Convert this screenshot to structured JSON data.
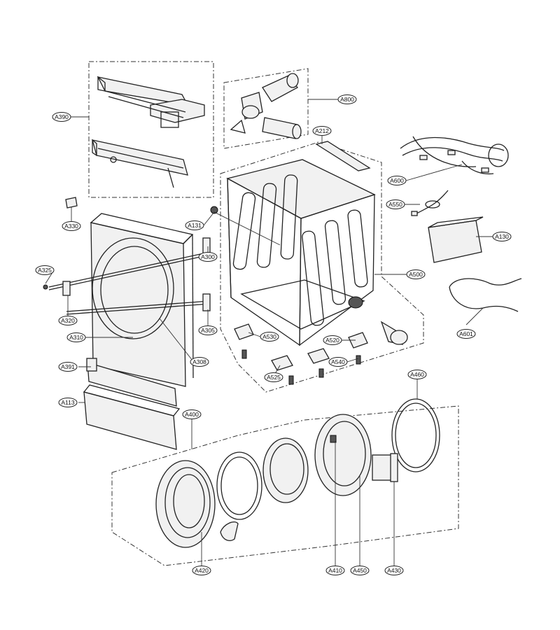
{
  "callouts": [
    {
      "id": "A390",
      "label": "A390"
    },
    {
      "id": "A800",
      "label": "A800"
    },
    {
      "id": "A212",
      "label": "A212"
    },
    {
      "id": "A600",
      "label": "A600"
    },
    {
      "id": "A550",
      "label": "A550"
    },
    {
      "id": "A130",
      "label": "A130"
    },
    {
      "id": "A131",
      "label": "A131"
    },
    {
      "id": "A330",
      "label": "A330"
    },
    {
      "id": "A300",
      "label": "A300"
    },
    {
      "id": "A325",
      "label": "A325"
    },
    {
      "id": "A500",
      "label": "A500"
    },
    {
      "id": "A601",
      "label": "A601"
    },
    {
      "id": "A320",
      "label": "A320"
    },
    {
      "id": "A305",
      "label": "A305"
    },
    {
      "id": "A310",
      "label": "A310"
    },
    {
      "id": "A530",
      "label": "A530"
    },
    {
      "id": "A520",
      "label": "A520"
    },
    {
      "id": "A308",
      "label": "A308"
    },
    {
      "id": "A540",
      "label": "A540"
    },
    {
      "id": "A391",
      "label": "A391"
    },
    {
      "id": "A525",
      "label": "A525"
    },
    {
      "id": "A460",
      "label": "A460"
    },
    {
      "id": "A113",
      "label": "A113"
    },
    {
      "id": "A400",
      "label": "A400"
    },
    {
      "id": "A420",
      "label": "A420"
    },
    {
      "id": "A410",
      "label": "A410"
    },
    {
      "id": "A450",
      "label": "A450"
    },
    {
      "id": "A430",
      "label": "A430"
    }
  ]
}
